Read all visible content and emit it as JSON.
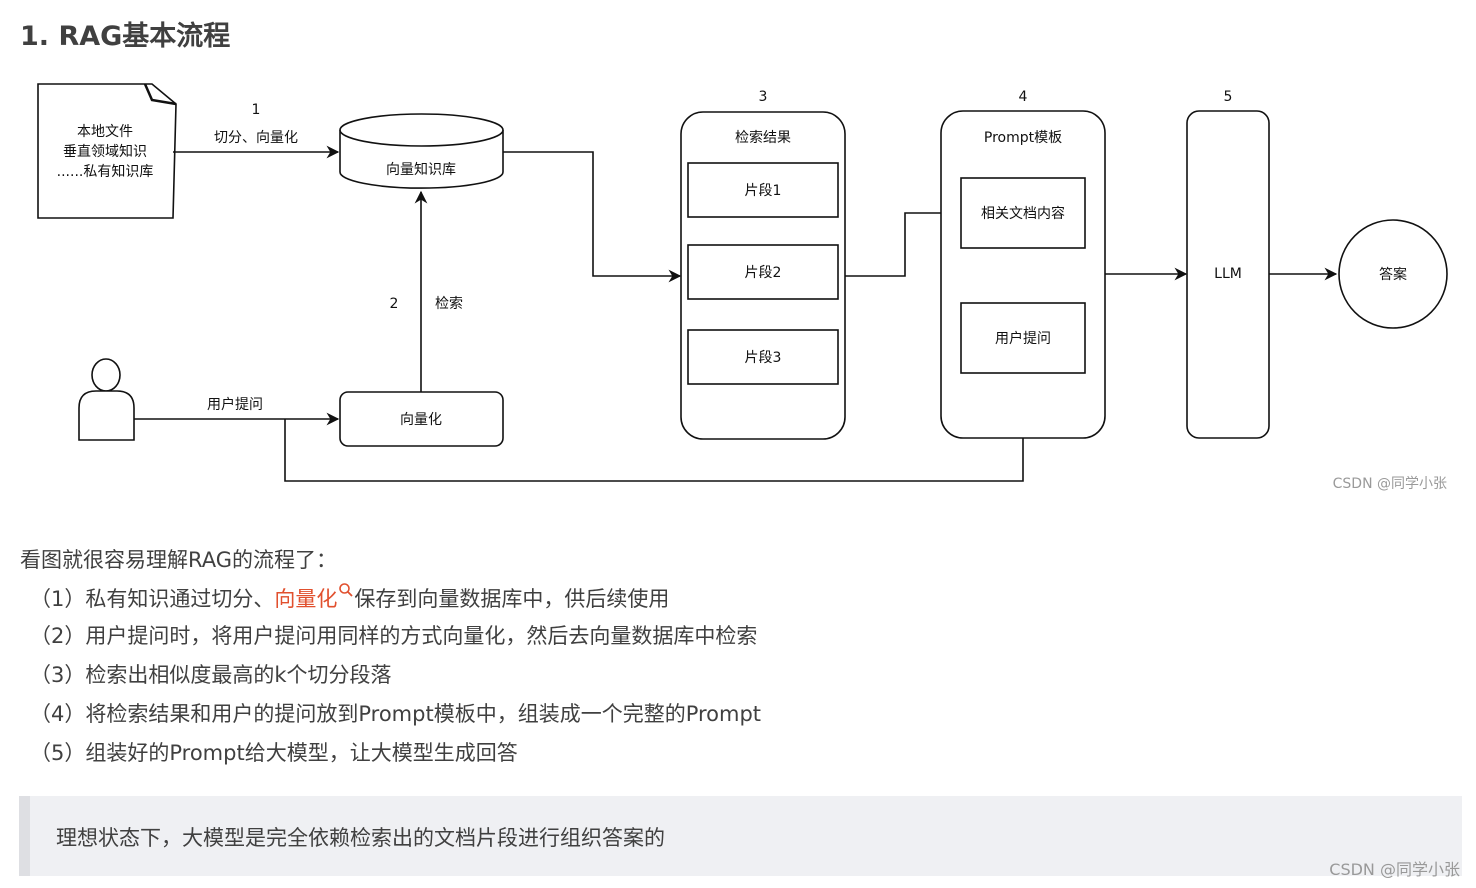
{
  "heading": "1. RAG基本流程",
  "diagram": {
    "doc_lines": [
      "本地文件",
      "垂直领域知识",
      "......私有知识库"
    ],
    "step1_num": "1",
    "step1_label": "切分、向量化",
    "vector_db": "向量知识库",
    "step2_num": "2",
    "step2_label": "检索",
    "user_question_label": "用户提问",
    "vectorize": "向量化",
    "step3_num": "3",
    "retrieval_title": "检索结果",
    "fragments": [
      "片段1",
      "片段2",
      "片段3"
    ],
    "step4_num": "4",
    "prompt_title": "Prompt模板",
    "related_docs": "相关文档内容",
    "prompt_user_question": "用户提问",
    "step5_num": "5",
    "llm": "LLM",
    "answer": "答案",
    "watermark": "CSDN @同学小张"
  },
  "intro": "看图就很容易理解RAG的流程了：",
  "steps": {
    "s1_prefix": "（1）私有知识通过切分、",
    "s1_keyword": "向量化",
    "s1_suffix": "保存到向量数据库中，供后续使用",
    "s2": "（2）用户提问时，将用户提问用同样的方式向量化，然后去向量数据库中检索",
    "s3": "（3）检索出相似度最高的k个切分段落",
    "s4": "（4）将检索结果和用户的提问放到Prompt模板中，组装成一个完整的Prompt",
    "s5": "（5）组装好的Prompt给大模型，让大模型生成回答"
  },
  "quote": "理想状态下，大模型是完全依赖检索出的文档片段进行组织答案的",
  "page_watermark": "CSDN @同学小张",
  "colors": {
    "keyword": "#e1502e",
    "quote_bg": "#eff0f3",
    "quote_border": "#dedfe3"
  }
}
